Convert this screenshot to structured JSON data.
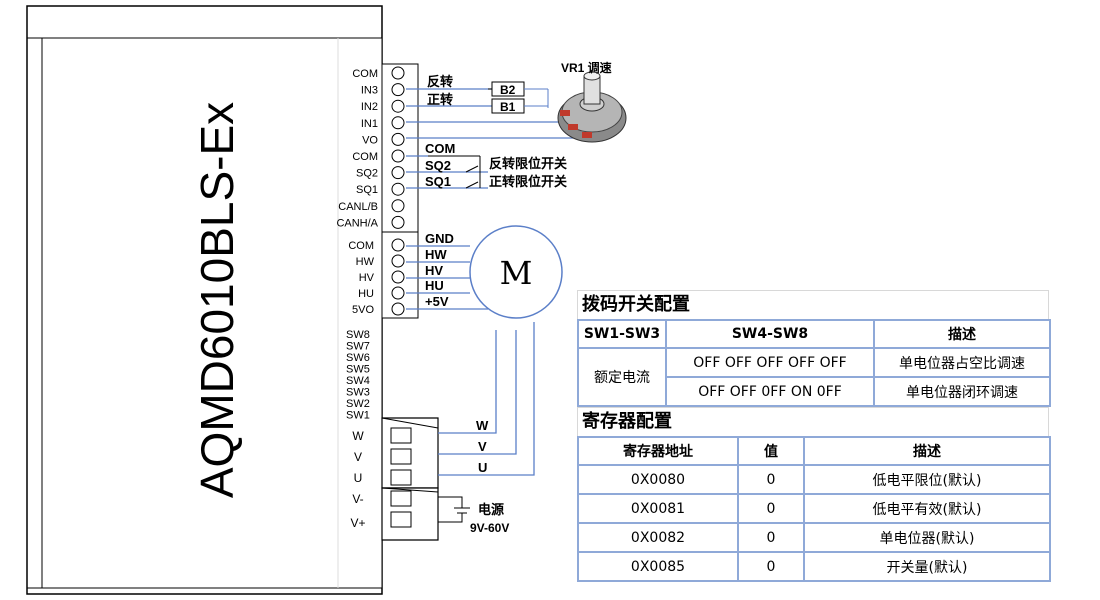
{
  "driver": {
    "model": "AQMD6010BLS-Ex",
    "terminals_top": [
      "COM",
      "IN3",
      "IN2",
      "IN1",
      "VO",
      "COM",
      "SQ2",
      "SQ1",
      "CANL/B",
      "CANH/A"
    ],
    "terminals_hall": [
      "COM",
      "HW",
      "HV",
      "HU",
      "5VO"
    ],
    "switches": [
      "SW8",
      "SW7",
      "SW6",
      "SW5",
      "SW4",
      "SW3",
      "SW2",
      "SW1"
    ],
    "terminals_power": [
      "W",
      "V",
      "U",
      "V-",
      "V+"
    ]
  },
  "wiring": {
    "potentiometer_label": "VR1 调速",
    "reverse": "反转",
    "forward": "正转",
    "b2": "B2",
    "b1": "B1",
    "com": "COM",
    "sq2": "SQ2",
    "sq1": "SQ1",
    "sq2_desc": "反转限位开关",
    "sq1_desc": "正转限位开关",
    "gnd": "GND",
    "hw": "HW",
    "hv": "HV",
    "hu": "HU",
    "plus5v": "+5V",
    "motor": "M",
    "w": "W",
    "v": "V",
    "u": "U",
    "power": "电源",
    "power_range": "9V-60V"
  },
  "dip_table": {
    "title": "拨码开关配置",
    "headers": [
      "SW1-SW3",
      "SW4-SW8",
      "描述"
    ],
    "group_label": "额定电流",
    "rows": [
      {
        "setting": "OFF OFF OFF OFF OFF",
        "desc": "单电位器占空比调速"
      },
      {
        "setting": "OFF OFF 0FF ON 0FF",
        "desc": "单电位器闭环调速"
      }
    ]
  },
  "register_table": {
    "title": "寄存器配置",
    "headers": [
      "寄存器地址",
      "值",
      "描述"
    ],
    "rows": [
      {
        "addr": "0X0080",
        "value": "0",
        "desc": "低电平限位(默认)"
      },
      {
        "addr": "0X0081",
        "value": "0",
        "desc": "低电平有效(默认)"
      },
      {
        "addr": "0X0082",
        "value": "0",
        "desc": "单电位器(默认)"
      },
      {
        "addr": "0X0085",
        "value": "0",
        "desc": "开关量(默认)"
      }
    ]
  },
  "colors": {
    "wire": "#5b7fc8",
    "border": "#8fa9d8",
    "ink": "#000000"
  }
}
